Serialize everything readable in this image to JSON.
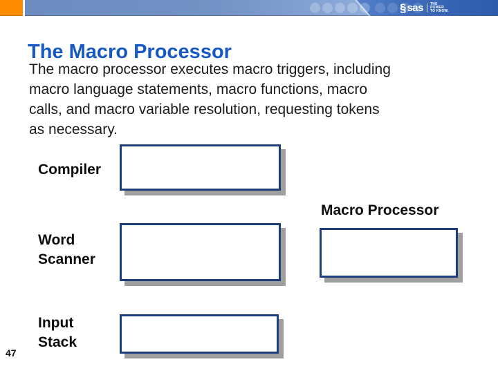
{
  "header": {
    "logo": {
      "swirl_symbol": "§",
      "brand": "sas",
      "tagline_line1": "THE",
      "tagline_line2": "POWER",
      "tagline_line3": "TO KNOW."
    }
  },
  "slide": {
    "title": "The Macro Processor",
    "body_lines": [
      "The macro processor executes macro triggers, including",
      "macro language statements, macro functions, macro",
      "calls, and macro variable resolution, requesting tokens",
      "as necessary."
    ],
    "page_number": "47"
  },
  "diagram": {
    "compiler_label": "Compiler",
    "macro_processor_label": "Macro Processor",
    "word_scanner_label": "Word Scanner",
    "input_stack_label": "Input Stack"
  },
  "colors": {
    "accent_orange": "#ff8c00",
    "bar_blue": "#7392c5",
    "swoosh_blue": "#3e6cba",
    "title_blue": "#1759c0",
    "box_border_navy": "#1d3e7c",
    "box_shadow_gray": "#9f9f9f"
  }
}
